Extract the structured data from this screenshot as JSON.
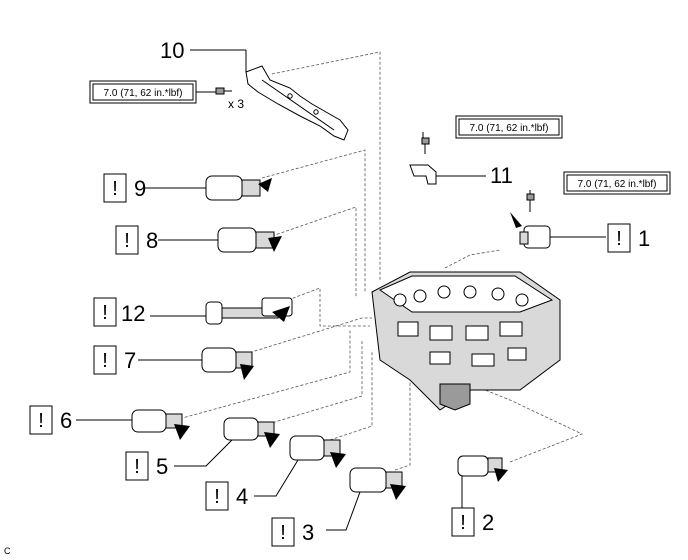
{
  "torque_spec": "7.0 (71, 62 in.*lbf)",
  "quantity_note": "x 3",
  "corner_mark": "C",
  "warning_symbol": "!",
  "callouts": {
    "c1": "1",
    "c2": "2",
    "c3": "3",
    "c4": "4",
    "c5": "5",
    "c6": "6",
    "c7": "7",
    "c8": "8",
    "c9": "9",
    "c10": "10",
    "c11": "11",
    "c12": "12"
  }
}
